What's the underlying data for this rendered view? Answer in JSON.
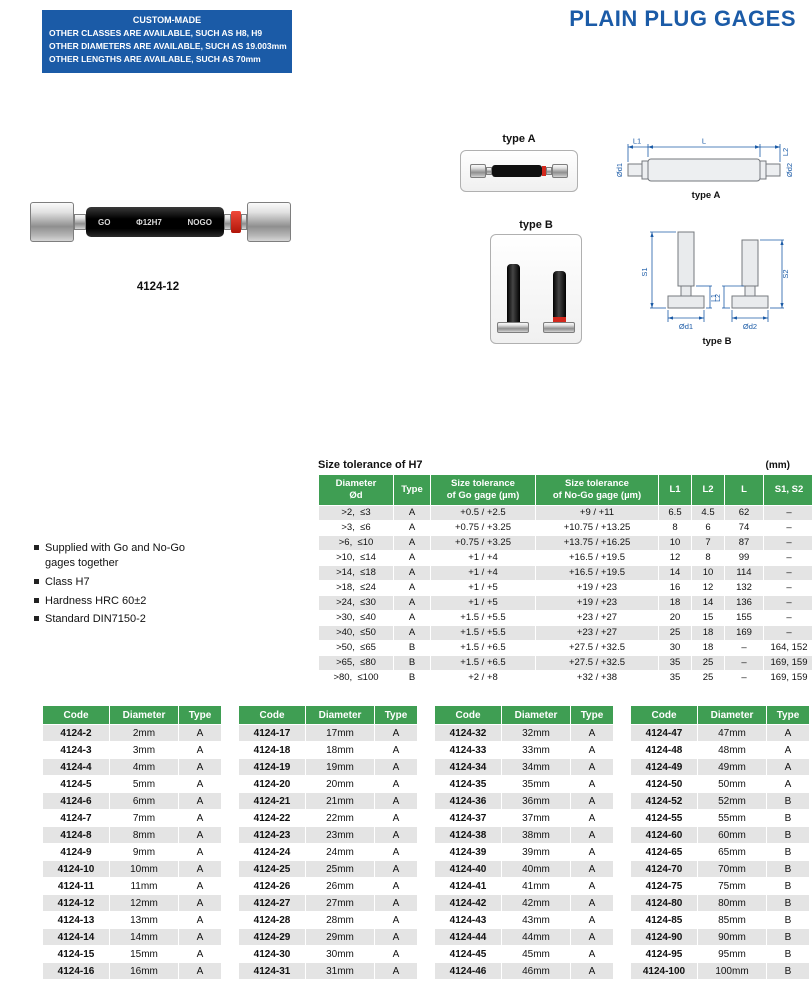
{
  "page_title": "PLAIN PLUG GAGES",
  "custom_box": {
    "title": "CUSTOM-MADE",
    "lines": [
      "OTHER CLASSES ARE AVAILABLE, SUCH AS H8, H9",
      "OTHER DIAMETERS ARE AVAILABLE, SUCH AS 19.003mm",
      "OTHER LENGTHS ARE AVAILABLE, SUCH AS 70mm"
    ]
  },
  "product": {
    "go_label": "GO",
    "size_label": "Φ12H7",
    "nogo_label": "NOGO",
    "caption": "4124-12"
  },
  "diagrams": {
    "type_a_label": "type A",
    "type_b_label": "type B",
    "dim_L": "L",
    "dim_L1": "L1",
    "dim_L2": "L2",
    "dim_d1": "Ød1",
    "dim_d2": "Ød2",
    "dim_S1": "S1",
    "dim_S2": "S2"
  },
  "features": [
    "Supplied with Go and No-Go gages together",
    "Class H7",
    "Hardness HRC 60±2",
    "Standard DIN7150-2"
  ],
  "tolerance": {
    "title": "Size tolerance of H7",
    "unit": "(mm)",
    "headers": [
      "Diameter\nØd",
      "Type",
      "Size tolerance\nof Go gage (µm)",
      "Size tolerance\nof No-Go gage (µm)",
      "L1",
      "L2",
      "L",
      "S1, S2"
    ],
    "rows": [
      [
        ">2,  ≤3",
        "A",
        "+0.5 / +2.5",
        "+9 / +11",
        "6.5",
        "4.5",
        "62",
        "–"
      ],
      [
        ">3,  ≤6",
        "A",
        "+0.75 / +3.25",
        "+10.75 / +13.25",
        "8",
        "6",
        "74",
        "–"
      ],
      [
        ">6,  ≤10",
        "A",
        "+0.75 / +3.25",
        "+13.75 / +16.25",
        "10",
        "7",
        "87",
        "–"
      ],
      [
        ">10,  ≤14",
        "A",
        "+1 / +4",
        "+16.5 / +19.5",
        "12",
        "8",
        "99",
        "–"
      ],
      [
        ">14,  ≤18",
        "A",
        "+1 / +4",
        "+16.5 / +19.5",
        "14",
        "10",
        "114",
        "–"
      ],
      [
        ">18,  ≤24",
        "A",
        "+1 / +5",
        "+19 / +23",
        "16",
        "12",
        "132",
        "–"
      ],
      [
        ">24,  ≤30",
        "A",
        "+1 / +5",
        "+19 / +23",
        "18",
        "14",
        "136",
        "–"
      ],
      [
        ">30,  ≤40",
        "A",
        "+1.5 / +5.5",
        "+23 / +27",
        "20",
        "15",
        "155",
        "–"
      ],
      [
        ">40,  ≤50",
        "A",
        "+1.5 / +5.5",
        "+23 / +27",
        "25",
        "18",
        "169",
        "–"
      ],
      [
        ">50,  ≤65",
        "B",
        "+1.5 / +6.5",
        "+27.5 / +32.5",
        "30",
        "18",
        "–",
        "164, 152"
      ],
      [
        ">65,  ≤80",
        "B",
        "+1.5 / +6.5",
        "+27.5 / +32.5",
        "35",
        "25",
        "–",
        "169, 159"
      ],
      [
        ">80,  ≤100",
        "B",
        "+2 / +8",
        "+32 / +38",
        "35",
        "25",
        "–",
        "169, 159"
      ]
    ]
  },
  "code_tables": [
    {
      "headers": [
        "Code",
        "Diameter",
        "Type"
      ],
      "rows": [
        [
          "4124-2",
          "2mm",
          "A"
        ],
        [
          "4124-3",
          "3mm",
          "A"
        ],
        [
          "4124-4",
          "4mm",
          "A"
        ],
        [
          "4124-5",
          "5mm",
          "A"
        ],
        [
          "4124-6",
          "6mm",
          "A"
        ],
        [
          "4124-7",
          "7mm",
          "A"
        ],
        [
          "4124-8",
          "8mm",
          "A"
        ],
        [
          "4124-9",
          "9mm",
          "A"
        ],
        [
          "4124-10",
          "10mm",
          "A"
        ],
        [
          "4124-11",
          "11mm",
          "A"
        ],
        [
          "4124-12",
          "12mm",
          "A"
        ],
        [
          "4124-13",
          "13mm",
          "A"
        ],
        [
          "4124-14",
          "14mm",
          "A"
        ],
        [
          "4124-15",
          "15mm",
          "A"
        ],
        [
          "4124-16",
          "16mm",
          "A"
        ]
      ]
    },
    {
      "headers": [
        "Code",
        "Diameter",
        "Type"
      ],
      "rows": [
        [
          "4124-17",
          "17mm",
          "A"
        ],
        [
          "4124-18",
          "18mm",
          "A"
        ],
        [
          "4124-19",
          "19mm",
          "A"
        ],
        [
          "4124-20",
          "20mm",
          "A"
        ],
        [
          "4124-21",
          "21mm",
          "A"
        ],
        [
          "4124-22",
          "22mm",
          "A"
        ],
        [
          "4124-23",
          "23mm",
          "A"
        ],
        [
          "4124-24",
          "24mm",
          "A"
        ],
        [
          "4124-25",
          "25mm",
          "A"
        ],
        [
          "4124-26",
          "26mm",
          "A"
        ],
        [
          "4124-27",
          "27mm",
          "A"
        ],
        [
          "4124-28",
          "28mm",
          "A"
        ],
        [
          "4124-29",
          "29mm",
          "A"
        ],
        [
          "4124-30",
          "30mm",
          "A"
        ],
        [
          "4124-31",
          "31mm",
          "A"
        ]
      ]
    },
    {
      "headers": [
        "Code",
        "Diameter",
        "Type"
      ],
      "rows": [
        [
          "4124-32",
          "32mm",
          "A"
        ],
        [
          "4124-33",
          "33mm",
          "A"
        ],
        [
          "4124-34",
          "34mm",
          "A"
        ],
        [
          "4124-35",
          "35mm",
          "A"
        ],
        [
          "4124-36",
          "36mm",
          "A"
        ],
        [
          "4124-37",
          "37mm",
          "A"
        ],
        [
          "4124-38",
          "38mm",
          "A"
        ],
        [
          "4124-39",
          "39mm",
          "A"
        ],
        [
          "4124-40",
          "40mm",
          "A"
        ],
        [
          "4124-41",
          "41mm",
          "A"
        ],
        [
          "4124-42",
          "42mm",
          "A"
        ],
        [
          "4124-43",
          "43mm",
          "A"
        ],
        [
          "4124-44",
          "44mm",
          "A"
        ],
        [
          "4124-45",
          "45mm",
          "A"
        ],
        [
          "4124-46",
          "46mm",
          "A"
        ]
      ]
    },
    {
      "headers": [
        "Code",
        "Diameter",
        "Type"
      ],
      "rows": [
        [
          "4124-47",
          "47mm",
          "A"
        ],
        [
          "4124-48",
          "48mm",
          "A"
        ],
        [
          "4124-49",
          "49mm",
          "A"
        ],
        [
          "4124-50",
          "50mm",
          "A"
        ],
        [
          "4124-52",
          "52mm",
          "B"
        ],
        [
          "4124-55",
          "55mm",
          "B"
        ],
        [
          "4124-60",
          "60mm",
          "B"
        ],
        [
          "4124-65",
          "65mm",
          "B"
        ],
        [
          "4124-70",
          "70mm",
          "B"
        ],
        [
          "4124-75",
          "75mm",
          "B"
        ],
        [
          "4124-80",
          "80mm",
          "B"
        ],
        [
          "4124-85",
          "85mm",
          "B"
        ],
        [
          "4124-90",
          "90mm",
          "B"
        ],
        [
          "4124-95",
          "95mm",
          "B"
        ],
        [
          "4124-100",
          "100mm",
          "B"
        ]
      ]
    }
  ],
  "colors": {
    "brand_blue": "#1b5ba7",
    "table_green": "#3f9e53",
    "row_gray": "#e4e4e4",
    "nogo_red": "#d2281c"
  }
}
